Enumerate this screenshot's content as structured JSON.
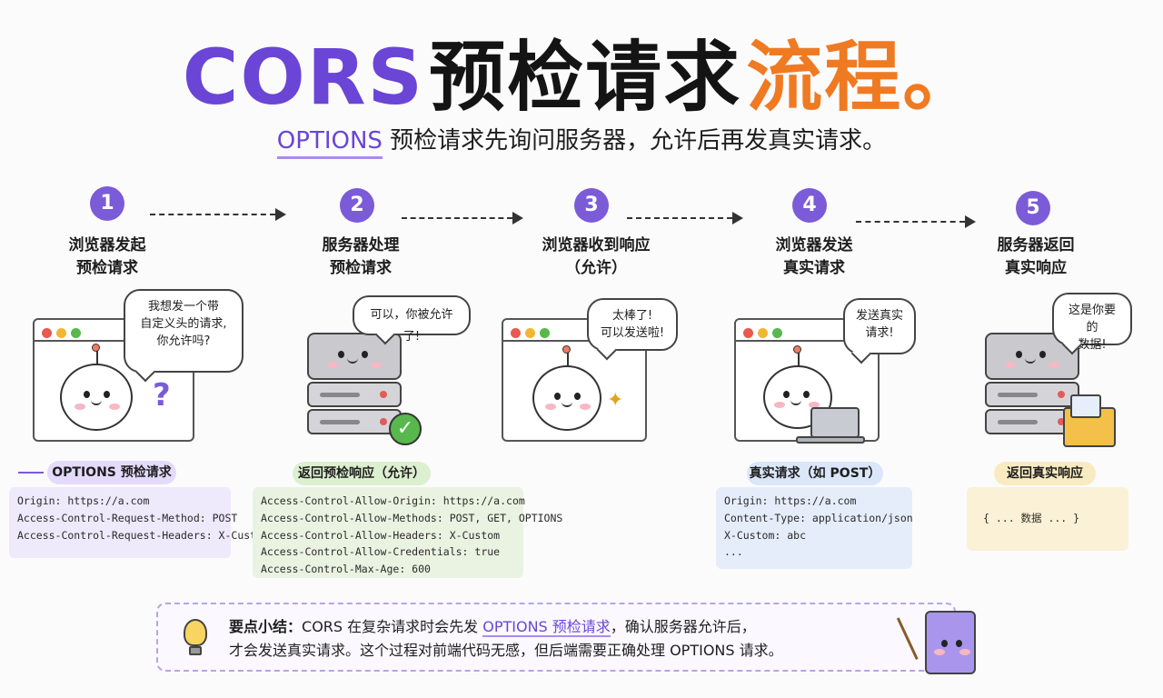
{
  "title": {
    "part1": "CORS",
    "part2": "预检请求",
    "part3": "流程。"
  },
  "subtitle": {
    "highlight": "OPTIONS",
    "rest": " 预检请求先询问服务器，允许后再发真实请求。"
  },
  "steps": [
    {
      "num": "1",
      "line1": "浏览器发起",
      "line2": "预检请求"
    },
    {
      "num": "2",
      "line1": "服务器处理",
      "line2": "预检请求"
    },
    {
      "num": "3",
      "line1": "浏览器收到响应",
      "line2": "（允许）"
    },
    {
      "num": "4",
      "line1": "浏览器发送",
      "line2": "真实请求"
    },
    {
      "num": "5",
      "line1": "服务器返回",
      "line2": "真实响应"
    }
  ],
  "bubbles": {
    "b1": [
      "我想发一个带",
      "自定义头的请求,",
      "你允许吗?"
    ],
    "b2": [
      "可以，你被允许了!"
    ],
    "b3": [
      "太棒了!",
      "可以发送啦!"
    ],
    "b4": [
      "发送真实",
      "请求!"
    ],
    "b5": [
      "这是你要的",
      "数据!"
    ]
  },
  "question_mark": "?",
  "sparkle": "✦",
  "check": "✓",
  "tags": {
    "t1": "OPTIONS 预检请求",
    "t2": "返回预检响应（允许）",
    "t4": "真实请求（如 POST）",
    "t5": "返回真实响应"
  },
  "code": {
    "c1": [
      "Origin: https://a.com",
      "Access-Control-Request-Method: POST",
      "Access-Control-Request-Headers: X-Custom"
    ],
    "c2": [
      "Access-Control-Allow-Origin: https://a.com",
      "Access-Control-Allow-Methods: POST, GET, OPTIONS",
      "Access-Control-Allow-Headers: X-Custom",
      "Access-Control-Allow-Credentials: true",
      "Access-Control-Max-Age: 600"
    ],
    "c4": [
      "Origin: https://a.com",
      "Content-Type: application/json",
      "X-Custom: abc",
      "..."
    ],
    "c5": [
      "{ ... 数据 ... }"
    ]
  },
  "summary": {
    "label": "要点小结：",
    "text1": "CORS 在复杂请求时会先发 ",
    "highlight": "OPTIONS 预检请求",
    "text2": "，确认服务器允许后，",
    "line2": "才会发送真实请求。这个过程对前端代码无感，但后端需要正确处理 OPTIONS 请求。"
  },
  "colors": {
    "purple": "#6a45d6",
    "orange": "#f07a22",
    "green": "#58b84d",
    "blue": "#dce7f8",
    "yellow": "#f9ecc5"
  }
}
